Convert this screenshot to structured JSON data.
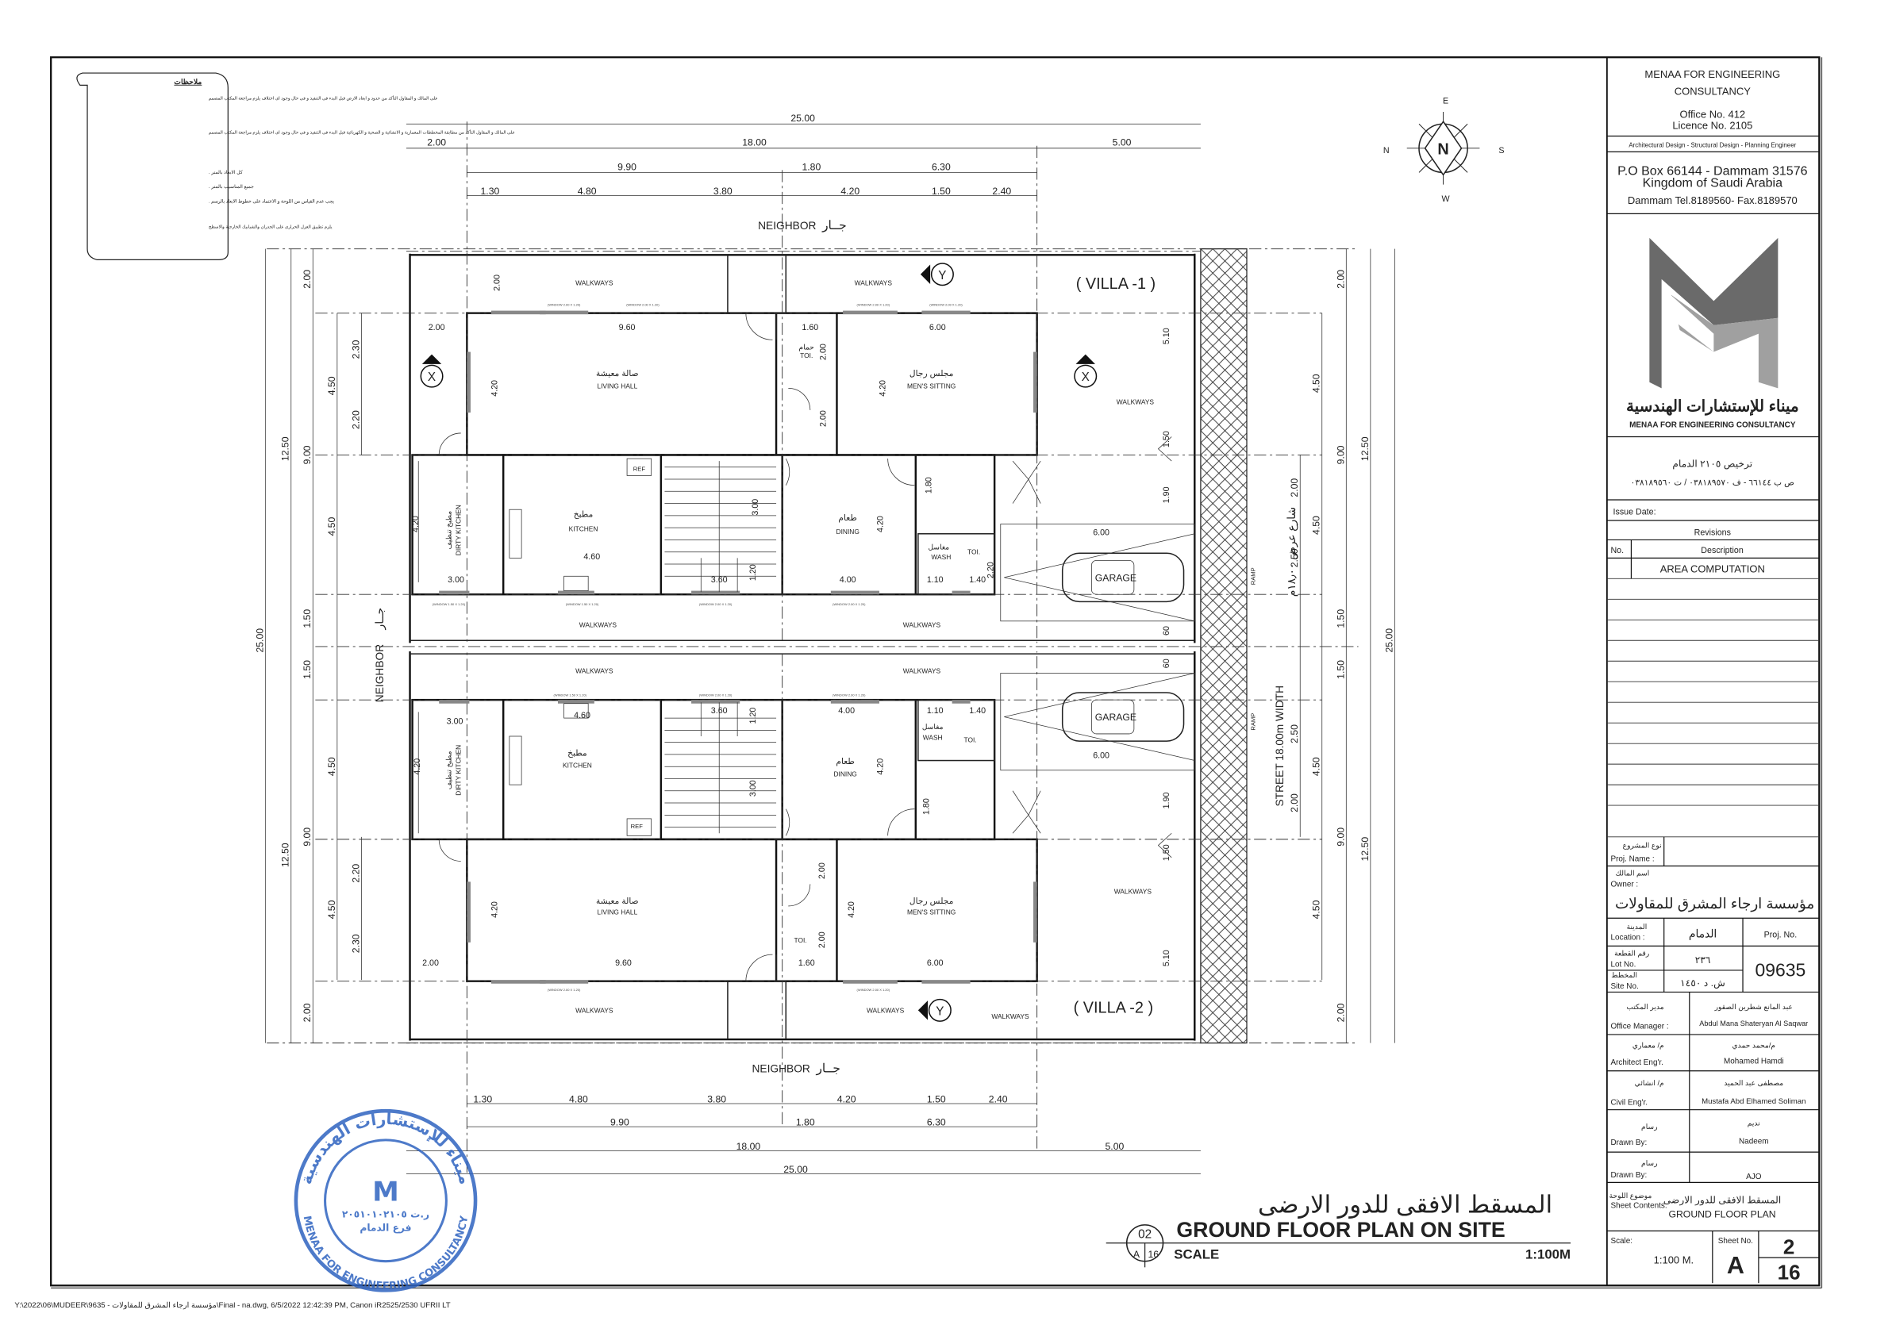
{
  "notes": {
    "title": "ملاحظات",
    "items": [
      "على المالك و المقاول التأكد من حدود و ابعاد الارض قبل البدء فى التنفيذ و فى حال وجود اى اختلاف يلزم مراجعة المكتب المصمم",
      "على المالك و المقاول التأكد من مطابقة المخططات المعمارية و الانشائية و الصحية و الكهربائية قبل البدء فى التنفيذ و فى حال وجود اى اختلاف يلزم مراجعة المكتب المصمم",
      "كل الابعاد بالمتر .",
      "جميع المناسيب بالمتر .",
      "يجب عدم القياس من اللوحة و الاعتماد على خطوط الابعاد بالرسم .",
      "يلزم تطبيق العزل الحرارى على الجدران والشبابيك الخارجية والاسطح"
    ]
  },
  "compass": {
    "n": "N",
    "e": "E",
    "s": "S",
    "w": "W",
    "center": "N"
  },
  "plan": {
    "neighbor": "NEIGHBOR",
    "neighbor_ar": "جــار",
    "villa1": "( VILLA -1 )",
    "villa2": "( VILLA -2 )",
    "street": "STREET 18.00m WIDTH",
    "street_ar": "شارع عرض ١٨٫٠٠م",
    "ramp": "RAMP",
    "walkways": "WALKWAYS",
    "living_ar": "صالة معيشة",
    "living": "LIVING HALL",
    "mens_ar": "مجلس رجال",
    "mens": "MEN'S SITTING",
    "toilet_ar": "حمام",
    "toilet": "TOI.",
    "kitchen_ar": "مطبخ",
    "kitchen": "KITCHEN",
    "dirty_kitchen_ar": "مطبخ تنظيف",
    "dirty_kitchen": "DIRTY KITCHEN",
    "dining_ar": "طعام",
    "dining": "DINING",
    "wash_ar": "مغاسل",
    "wash": "WASH",
    "garage": "GARAGE",
    "ref": "REF",
    "section_x": "X",
    "section_y": "Y",
    "window": "(WINDOW 2.00 X 1.20)",
    "window_small": "(WINDOW 1.50 X 1.20)",
    "dims_top": {
      "overall": "25.00",
      "row1": [
        "2.00",
        "18.00",
        "5.00"
      ],
      "row2": [
        "9.90",
        "1.80",
        "6.30"
      ],
      "row3": [
        "1.30",
        "4.80",
        "3.80",
        "4.20",
        "1.50",
        "2.40"
      ]
    },
    "dims_side": {
      "overall": "25.00",
      "half": "12.50",
      "nine": "9.00",
      "four_five": "4.50",
      "two": "2.00",
      "one_five": "1.50",
      "two_three": "2.30",
      "two_two": "2.20",
      "two_five": "2.50"
    },
    "dims_inner": {
      "d200": "2.00",
      "d960": "9.60",
      "d160": "1.60",
      "d600": "6.00",
      "d420": "4.20",
      "d300": "3.00",
      "d460": "4.60",
      "d360": "3.60",
      "d120": "1.20",
      "d400": "4.00",
      "d110": "1.10",
      "d140": "1.40",
      "d180": "1.80",
      "d510": "5.10",
      "d150": "1.50",
      "d190": "1.90",
      "d060": "60",
      "d220": "2.20"
    }
  },
  "drawing_title": {
    "title_ar": "المسقط الافقى للدور الارضى",
    "title_en": "GROUND FLOOR PLAN ON SITE",
    "scale_label": "SCALE",
    "scale_value": "1:100M",
    "callout_num": "02",
    "callout_letter": "A",
    "callout_sheet": "16"
  },
  "stamp": {
    "text_ar": "ميناء للإستشارات الهندسية",
    "text_en": "MENAA FOR ENGINEERING CONSULTANCY",
    "license": "ر.ت ٢٠٥١٠١٠٢١٠٥",
    "city": "فرع الدمام"
  },
  "title_block": {
    "company": "MENAA FOR ENGINEERING",
    "company2": "CONSULTANCY",
    "office": "Office No. 412",
    "licence": "Licence No. 2105",
    "services": "Architectural Design - Structural Design - Planning Engineer",
    "po_box": "P.O Box 66144 - Dammam 31576",
    "country": "Kingdom of Saudi Arabia",
    "tel": "Dammam Tel.8189560- Fax.8189570",
    "logo_ar": "ميناء للإستشارات الهندسية",
    "logo_en": "MENAA FOR ENGINEERING CONSULTANCY",
    "ar_line1": "ترخيص ٢١٠٥ الدمام",
    "ar_line2": "ص ب ٦٦١٤٤ - ف ٠٣٨١٨٩٥٧٠ / ت ٠٣٨١٨٩٥٦٠",
    "issue_date": "Issue Date:",
    "revisions": "Revisions",
    "no": "No.",
    "description": "Description",
    "revision_1": "AREA COMPUTATION",
    "proj_name_ar": "نوع المشروع",
    "proj_name": "Proj. Name :",
    "owner_ar": "اسم المالك",
    "owner": "Owner :",
    "owner_value": "مؤسسة ارجاء المشرق للمقاولات",
    "location_ar": "المدينة",
    "location": "Location :",
    "location_value": "الدمام",
    "proj_no_label": "Proj. No.",
    "lot_ar": "رقم القطعة",
    "lot": "Lot No.",
    "lot_value": "٢٣٦",
    "proj_no": "09635",
    "site_ar": "المخطط",
    "site": "Site No.",
    "site_value": "ش. د ١٤٥٠",
    "people": [
      {
        "label_ar": "مدير المكتب",
        "label": "Office Manager :",
        "value_ar": "عبد المانع شطرين الصقور",
        "value": "Abdul Mana Shateryan Al Saqwar"
      },
      {
        "label_ar": "م/ معماري",
        "label": "Architect Eng'r.",
        "value_ar": "م/محمد حمدي",
        "value": "Mohamed Hamdi"
      },
      {
        "label_ar": "م/ انشائي",
        "label": "Civil Eng'r.",
        "value_ar": "مصطفى عبد الحميد",
        "value": "Mustafa Abd Elhamed Soliman"
      },
      {
        "label_ar": "رسام",
        "label": "Drawn By:",
        "value_ar": "نديم",
        "value": "Nadeem"
      },
      {
        "label_ar": "رسام",
        "label": "Drawn By:",
        "value_ar": "",
        "value": "AJO"
      }
    ],
    "sheet_contents_ar": "موضوع اللوحة",
    "sheet_contents": "Sheet Contents:",
    "sheet_contents_value_ar": "المسقط الافقى للدور الارضى",
    "sheet_contents_value": "GROUND FLOOR PLAN",
    "scale_label": "Scale:",
    "scale_value": "1:100 M.",
    "sheet_no_label": "Sheet No.",
    "sheet_letter": "A",
    "sheet_no": "2",
    "sheet_total": "16"
  },
  "footer": "Y:\\2022\\06\\MUDEER\\9635 - مؤسسة ارجاء المشرق للمقاولات\\Final - na.dwg, 6/5/2022 12:42:39 PM, Canon iR2525/2530 UFRII LT"
}
